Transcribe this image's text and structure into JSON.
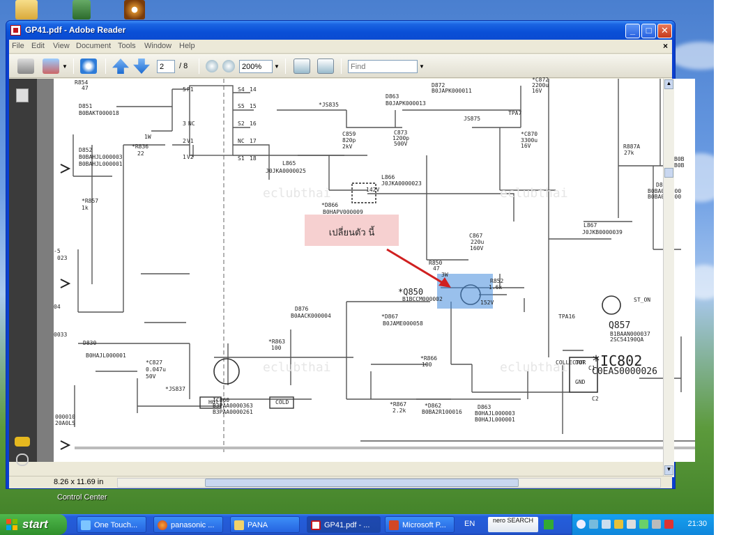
{
  "desktop": {
    "icon_labels": [
      "Control Center"
    ]
  },
  "window": {
    "title": "GP41.pdf - Adobe Reader",
    "controls": {
      "minimize": "_",
      "maximize": "□",
      "close": "✕"
    }
  },
  "menubar": {
    "items": [
      "File",
      "Edit",
      "View",
      "Document",
      "Tools",
      "Window",
      "Help"
    ],
    "close_doc": "×"
  },
  "toolbar": {
    "page_current": "2",
    "page_total_text": "/ 8",
    "zoom_value": "200%",
    "find_placeholder": "Find"
  },
  "statusbar": {
    "page_size": "8.26 x 11.69 in"
  },
  "overlay": {
    "note_text": "เปลี่ยนตัว นี้"
  },
  "schematic": {
    "watermark": "eclubthai",
    "labels": [
      "R854",
      "47",
      "D851",
      "B0BAKT000018",
      "D852",
      "B0BAHJL000003",
      "B0BAHJL000001",
      "*R857",
      "1k",
      "-5",
      "023",
      "04",
      "0033",
      "D830",
      "B0HAJL000001",
      "000010",
      "20A0LS",
      "*R836",
      "22",
      "1W",
      "5",
      "P1",
      "3",
      "NC",
      "2",
      "V1",
      "1",
      "V2",
      "S4",
      "14",
      "S5",
      "15",
      "S2",
      "16",
      "NC",
      "17",
      "S1",
      "18",
      "*JS835",
      "L865",
      "J0JKA0000025",
      "D863",
      "B0JAPK000013",
      "C873",
      "1200p",
      "500V",
      "JS875",
      "C859",
      "820p",
      "2kV",
      "*D866",
      "B0HAPV000009",
      "L866",
      "J0JKA0000023",
      "142V",
      "D872",
      "B0JAPK000011",
      "*C872",
      "2200u",
      "16V",
      "TPA7",
      "*C870",
      "3300u",
      "16V",
      "R887A",
      "27k",
      "D881",
      "B0BA015000",
      "B0BA015000",
      "B0B",
      "B0B",
      "C867",
      "220u",
      "160V",
      "L867",
      "J0JKB0000039",
      "R850",
      "47",
      "3W",
      "*Q850",
      "B1BCCM000002",
      "R852",
      "1.6k",
      "152V",
      "D876",
      "B0AACK000004",
      "*D867",
      "B0JAME000058",
      "TPA16",
      "Q857",
      "B1BAAN000037",
      "2SC54190QA",
      "ST_ON",
      "*C827",
      "0.047u",
      "50V",
      "*JS837",
      "HOT",
      "IC860",
      "B3PAA0000363",
      "B3PAA0000261",
      "COLD",
      "*R863",
      "100",
      "*R866",
      "100",
      "*R867",
      "2.2k",
      "*D862",
      "B0BA2R100016",
      "D863",
      "B0HAJL000003",
      "B0HAJL000001",
      "*IC802",
      "C0EAS0000026",
      "COLLECTOR",
      "OUT",
      "GND",
      "C1",
      "C2"
    ]
  },
  "taskbar": {
    "start_label": "start",
    "tasks": [
      "One Touch...",
      "panasonic ...",
      "PANA",
      "GP41.pdf - ...",
      "Microsoft P..."
    ],
    "lang": "EN",
    "nero_label": "nero SEARCH",
    "clock": "21:30"
  }
}
